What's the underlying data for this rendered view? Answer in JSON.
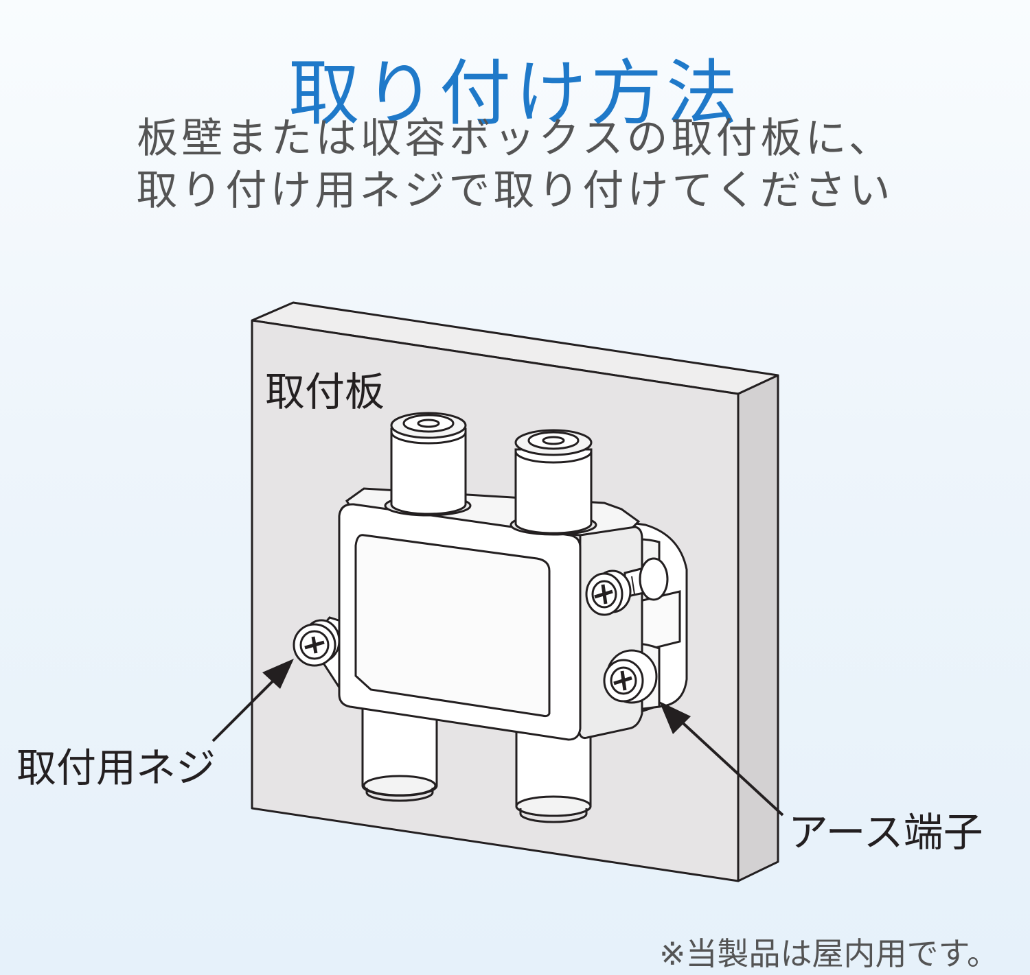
{
  "title": "取り付け方法",
  "subtitle": {
    "line1": "板壁または収容ボックスの取付板に、",
    "line2": "取り付け用ネジで取り付けてください"
  },
  "labels": {
    "plate": "取付板",
    "screw": "取付用ネジ",
    "earth": "アース端子"
  },
  "note": "※当製品は屋内用です。",
  "colors": {
    "title": "#1f79c9",
    "text": "#545454",
    "plate_face": "#e6e4e5",
    "plate_side": "#d3d1d2",
    "line": "#231f20"
  }
}
